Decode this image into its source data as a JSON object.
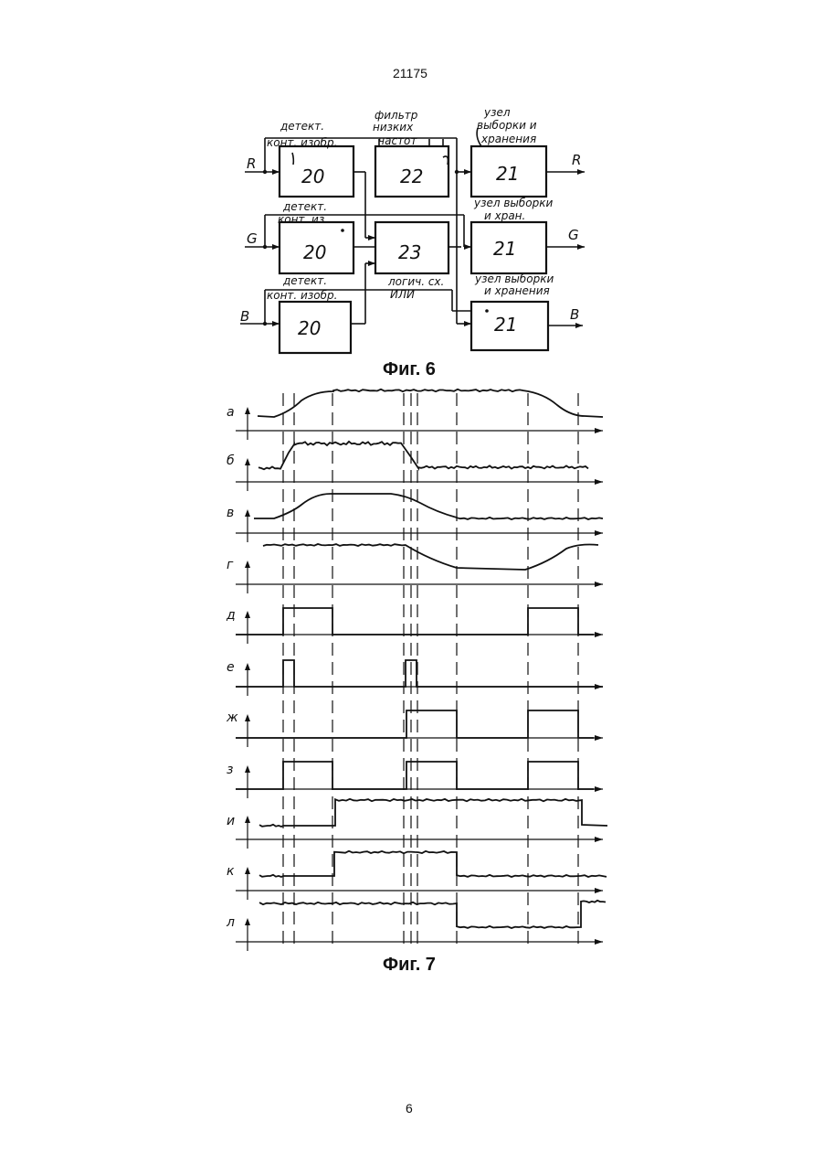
{
  "page": {
    "header_number": "21175",
    "footer_number": "6"
  },
  "fig6": {
    "caption": "Фиг. 6",
    "blocks": {
      "det_r": "20",
      "det_g": "20",
      "det_b": "20",
      "lpf": "22",
      "or_gate": "23",
      "sh_r": "21",
      "sh_g": "21",
      "sh_b": "21"
    },
    "labels": {
      "det1_line1": "детект.",
      "det1_line2": "конт. изобр.",
      "lpf_line1": "фильтр",
      "lpf_line2": "низких",
      "lpf_line3": "частот",
      "sh1_line1": "узел",
      "sh1_line2": "выборки и",
      "sh1_line3": "хранения",
      "det2_line1": "детект.",
      "det2_line2": "конт. из.",
      "sh2_line1": "узел выборки",
      "sh2_line2": "и хран.",
      "det3_line1": "детект.",
      "det3_line2": "конт. изобр.",
      "or_line1": "логич. сх.",
      "or_line2": "ИЛИ",
      "sh3_line1": "узел выборки",
      "sh3_line2": "и хранения"
    },
    "inputs": [
      "R",
      "G",
      "B"
    ],
    "outputs": [
      "R",
      "G",
      "B"
    ]
  },
  "fig7": {
    "caption": "Фиг. 7",
    "traces": [
      "а",
      "б",
      "в",
      "г",
      "д",
      "е",
      "ж",
      "з",
      "и",
      "к",
      "л"
    ]
  }
}
